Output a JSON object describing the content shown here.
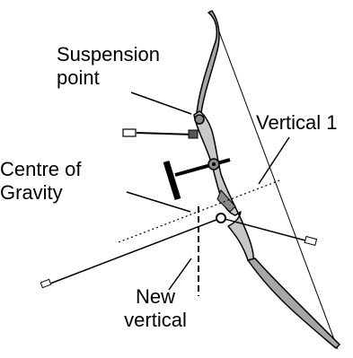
{
  "diagram": {
    "labels": {
      "suspension_point": [
        "Suspension",
        "point"
      ],
      "vertical_1": "Vertical 1",
      "centre_of_gravity": [
        "Centre of",
        "Gravity"
      ],
      "new_vertical": [
        "New",
        "vertical"
      ]
    },
    "colors": {
      "limb_fill": "#a6a6a6",
      "riser_fill": "#c8c8c8",
      "outline": "#000000",
      "string": "#000000",
      "background": "#ffffff"
    },
    "icons": [
      "recurve-bow",
      "sight",
      "stabilizer-rod",
      "arrow"
    ]
  }
}
